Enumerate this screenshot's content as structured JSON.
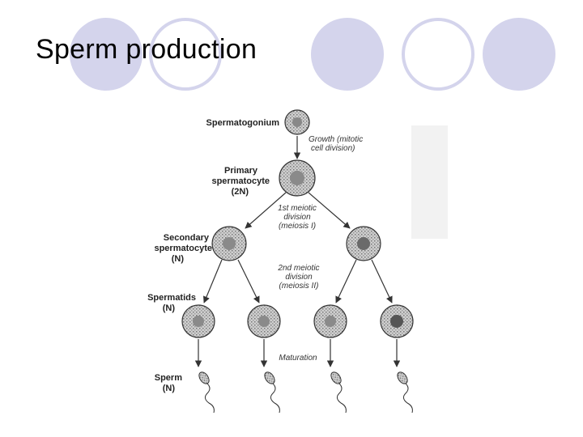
{
  "slide": {
    "title": "Sperm production",
    "accent_color": "#d4d4ec"
  },
  "diagram": {
    "stages": {
      "spermatogonium": "Spermatogonium",
      "primary_1": "Primary",
      "primary_2": "spermatocyte",
      "primary_3": "(2N)",
      "secondary_1": "Secondary",
      "secondary_2": "spermatocyte",
      "secondary_3": "(N)",
      "spermatids_1": "Spermatids",
      "spermatids_2": "(N)",
      "sperm_1": "Sperm",
      "sperm_2": "(N)"
    },
    "processes": {
      "growth_1": "Growth (mitotic",
      "growth_2": "cell division)",
      "meiosis1_1": "1st meiotic",
      "meiosis1_2": "division",
      "meiosis1_3": "(meiosis I)",
      "meiosis2_1": "2nd meiotic",
      "meiosis2_2": "division",
      "meiosis2_3": "(meiosis II)",
      "maturation": "Maturation"
    }
  }
}
